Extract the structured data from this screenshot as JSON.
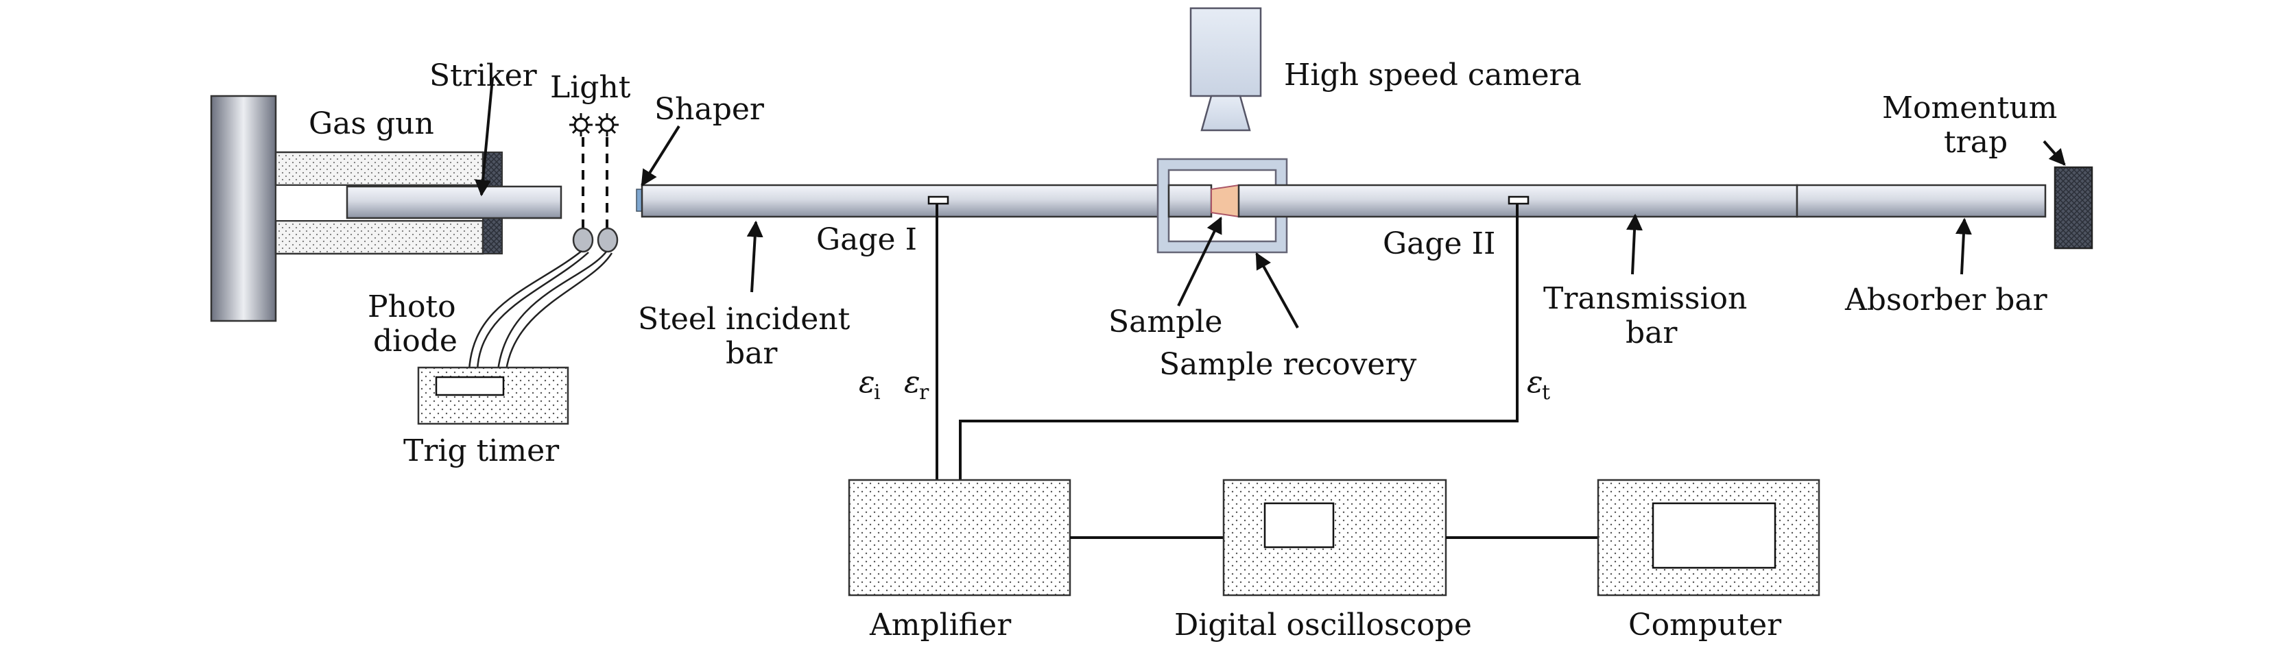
{
  "labels": {
    "gas_gun": "Gas gun",
    "striker": "Striker",
    "light": "Light",
    "shaper": "Shaper",
    "high_speed_camera": "High speed camera",
    "momentum_trap_line1": "Momentum",
    "momentum_trap_line2": "trap",
    "gage_i": "Gage I",
    "gage_ii": "Gage II",
    "photo_diode_line1": "Photo",
    "photo_diode_line2": "diode",
    "steel_incident_bar_line1": "Steel incident",
    "steel_incident_bar_line2": "bar",
    "sample": "Sample",
    "sample_recovery": "Sample recovery",
    "transmission_bar_line1": "Transmission",
    "transmission_bar_line2": "bar",
    "absorber_bar": "Absorber bar",
    "trig_timer": "Trig timer",
    "amplifier": "Amplifier",
    "digital_oscilloscope": "Digital oscilloscope",
    "computer": "Computer"
  },
  "signals": {
    "epsilon": "ε",
    "incident_sub": "i",
    "reflected_sub": "r",
    "transmitted_sub": "t"
  },
  "colors": {
    "bar_light": "#f3f5fa",
    "bar_dark": "#8c93a3",
    "gun_light": "#eceef2",
    "gun_dark": "#6d7280",
    "camera_fill": "#d9e1ee",
    "sample_fill": "#f3c4a0",
    "trap_fill": "#4d5360",
    "recovery_fill": "#c7d3e3"
  }
}
